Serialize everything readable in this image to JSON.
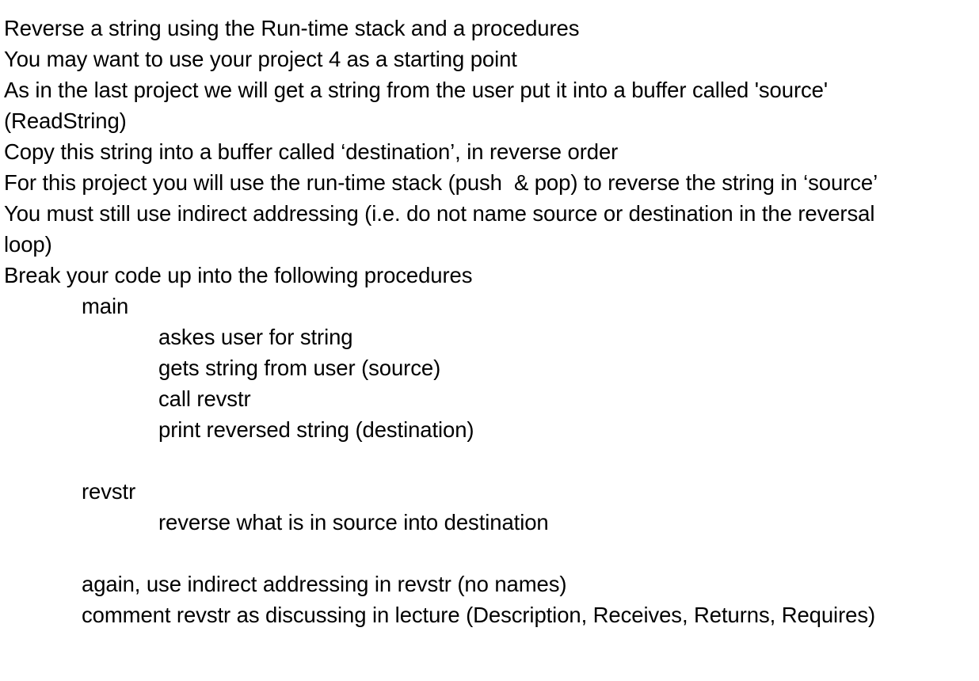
{
  "document": {
    "background_color": "#ffffff",
    "text_color": "#000000",
    "lines": [
      {
        "level": 0,
        "text": "Reverse a string using the Run-time stack and a procedures"
      },
      {
        "level": 0,
        "text": "You may want to use your project 4 as a starting point"
      },
      {
        "level": 0,
        "text": "As in the last project we will get a string from the user put it into a buffer called 'source'"
      },
      {
        "level": 0,
        "text": "(ReadString)"
      },
      {
        "level": 0,
        "text": "Copy this string into a buffer called ‘destination’, in reverse order"
      },
      {
        "level": 0,
        "text": "For this project you will use the run-time stack (push  & pop) to reverse the string in ‘source’"
      },
      {
        "level": 0,
        "text": "You must still use indirect addressing (i.e. do not name source or destination in the reversal"
      },
      {
        "level": 0,
        "text": "loop)"
      },
      {
        "level": 0,
        "text": "Break your code up into the following procedures"
      },
      {
        "level": 1,
        "text": "main"
      },
      {
        "level": 2,
        "text": "askes user for string"
      },
      {
        "level": 2,
        "text": "gets string from user (source)"
      },
      {
        "level": 2,
        "text": "call revstr"
      },
      {
        "level": 2,
        "text": "print reversed string (destination)"
      },
      {
        "level": 0,
        "text": ""
      },
      {
        "level": 1,
        "text": "revstr"
      },
      {
        "level": 2,
        "text": "reverse what is in source into destination"
      },
      {
        "level": 0,
        "text": ""
      },
      {
        "level": 1,
        "text": "again, use indirect addressing in revstr (no names)"
      },
      {
        "level": 1,
        "text": "comment revstr as discussing in lecture (Description, Receives, Returns, Requires)"
      }
    ]
  }
}
